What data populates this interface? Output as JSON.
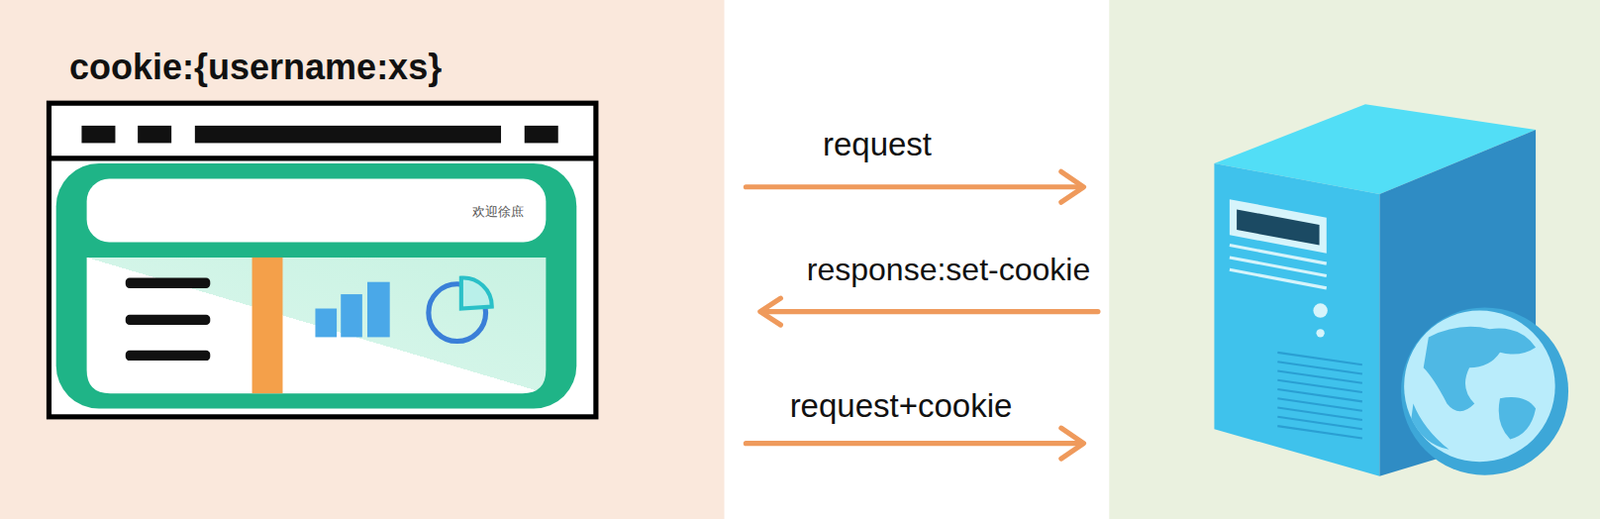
{
  "diagram": {
    "nodes": [
      {
        "text": [
          "cookie:{username:xs}",
          "欢迎徐庶"
        ]
      }
    ],
    "labels": [
      "request",
      "response:set-cookie",
      "request+cookie"
    ]
  }
}
